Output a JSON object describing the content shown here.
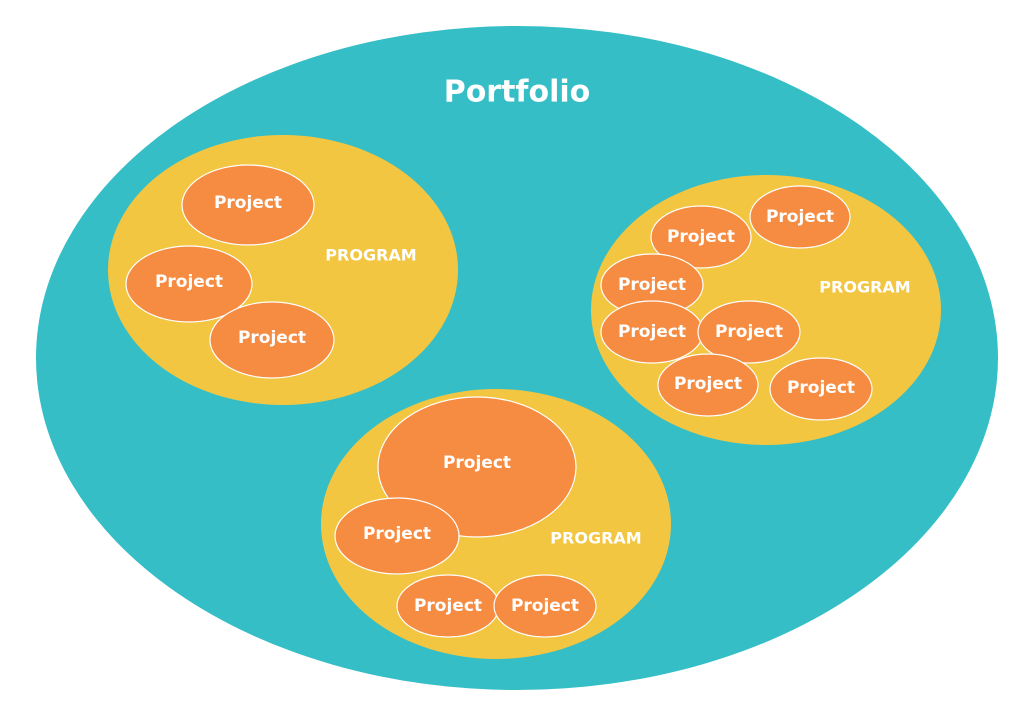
{
  "portfolio": {
    "label": "Portfolio",
    "color": "#35BEC6"
  },
  "programs": [
    {
      "label": "PROGRAM",
      "color": "#F2C641",
      "projects": [
        "Project",
        "Project",
        "Project"
      ]
    },
    {
      "label": "PROGRAM",
      "color": "#F2C641",
      "projects": [
        "Project",
        "Project",
        "Project",
        "Project",
        "Project",
        "Project",
        "Project"
      ]
    },
    {
      "label": "PROGRAM",
      "color": "#F2C641",
      "projects": [
        "Project",
        "Project",
        "Project",
        "Project"
      ]
    }
  ],
  "project_color": "#F58C42"
}
